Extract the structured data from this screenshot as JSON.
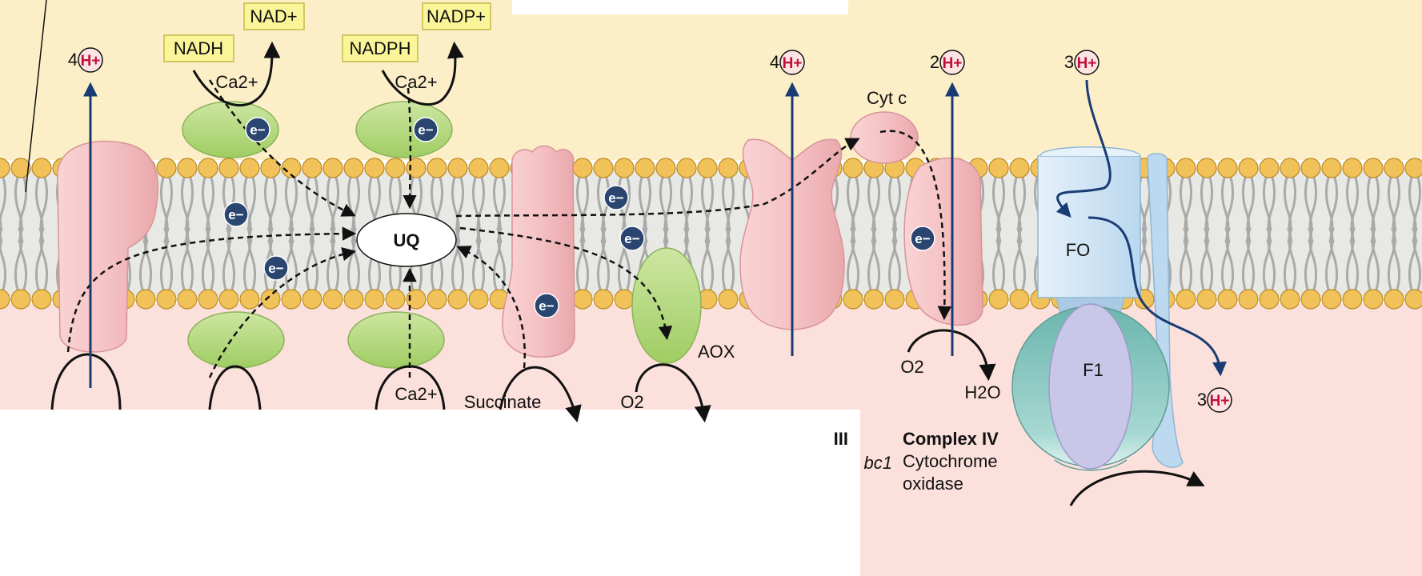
{
  "labels": {
    "nadh": "NADH",
    "nad_plus": "NAD+",
    "nadph": "NADPH",
    "nadp_plus": "NADP+",
    "calcium": "Ca2+",
    "uq": "UQ",
    "succinate": "Succinate",
    "oxygen": "O2",
    "water": "H2O",
    "aox": "AOX",
    "cyt_c": "Cyt c",
    "f_o": "FO",
    "f_1": "F1",
    "electron": "e−",
    "proton": "H+",
    "complex_iii_partial": "III",
    "complex_iii_bc1": "bc1",
    "complex_iv_title": "Complex IV",
    "complex_iv_line2": "Cytochrome",
    "complex_iv_line3": "oxidase"
  },
  "proton_counts": {
    "complex_i": "4",
    "complex_iii": "4",
    "complex_iv": "2",
    "atp_synthase_in": "3",
    "atp_synthase_out": "3"
  },
  "colors": {
    "ims_background": "#fcefc8",
    "matrix_background": "#fbe0dc",
    "lipid_head": "#f2c25a",
    "lipid_head_stroke": "#b98a25",
    "lipid_tail": "#aaaaaa",
    "complex_pink": "#f5c2c4",
    "dehydrogenase_green": "#b6d77c",
    "aox_green": "#9fcd63",
    "f_o_blue": "#cfe4f4",
    "f1_teal": "#6bb6ae",
    "f1_lavender": "#c8c7e8",
    "arrow_navy": "#1a3c74",
    "electron_dot": "#2a4670",
    "proton_text": "#c0103a",
    "label_box": "#fbf59a"
  }
}
